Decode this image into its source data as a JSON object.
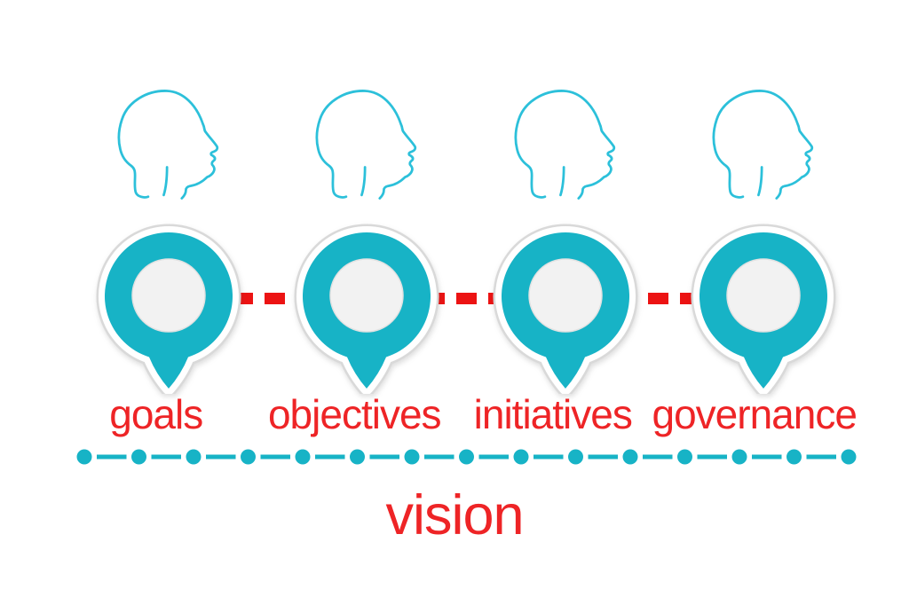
{
  "diagram": {
    "stages": [
      {
        "label": "goals",
        "icon": "head-profile"
      },
      {
        "label": "objectives",
        "icon": "head-profile"
      },
      {
        "label": "initiatives",
        "icon": "head-profile"
      },
      {
        "label": "governance",
        "icon": "head-profile"
      }
    ],
    "baseline": {
      "label": "vision"
    },
    "colors": {
      "stage_teal": "#17b3c6",
      "head_outline": "#2cc0da",
      "pin_inner": "#f2f2f2",
      "connector_red": "#ec1313",
      "label_red": "#ee2426",
      "baseline_teal": "#17b3c6"
    }
  }
}
